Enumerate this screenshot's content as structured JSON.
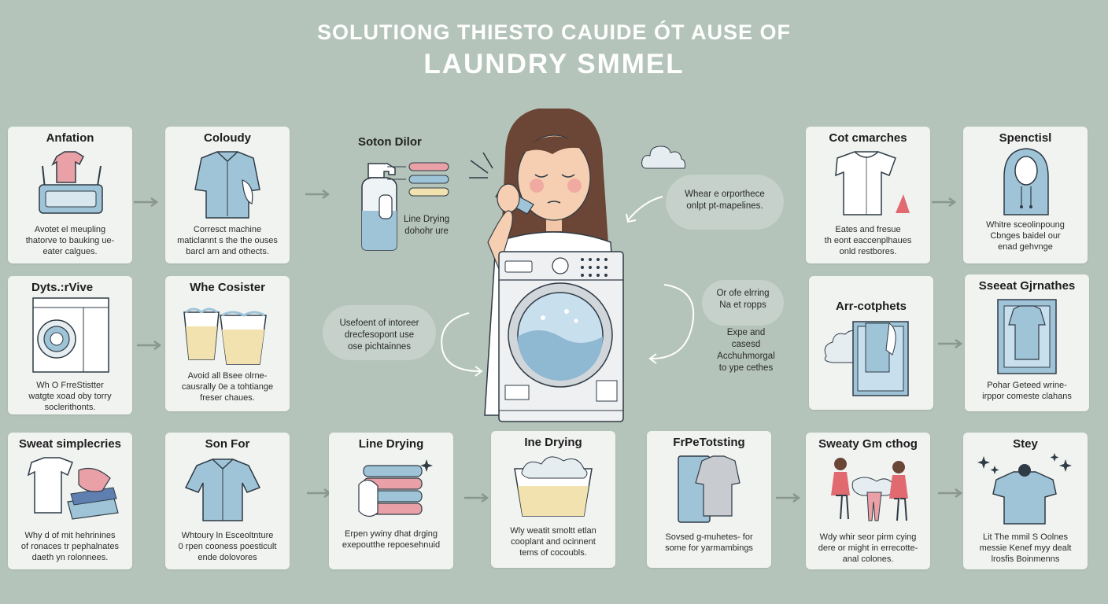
{
  "title": {
    "line1": "SOLUTIONG THIESTO CAUIDE ÓT AUSE OF",
    "line2": "LAUNDRY SMMEL"
  },
  "cards": {
    "c1": {
      "heading": "Anfation",
      "text": "Avotet el meupling\nthatorve to bauking ue-\neater calgues."
    },
    "c2": {
      "heading": "Coloudy",
      "text": "Corresct machine\nmaticlannt s the the ouses\nbarcl arn and othects."
    },
    "c3": {
      "heading": "Cot cmarches",
      "text": "Eates and fresue\nth eont eaccenplhaues\nonld restbores."
    },
    "c4": {
      "heading": "Spenctisl",
      "text": "Whitre sceolinpoung\nCbnges baidel our\nenad gehvnge"
    },
    "c5": {
      "heading": "Dyts.:rVive",
      "text": "Wh O FrreStistter\nwatgte xoad oby torry\nsoclerithonts."
    },
    "c6": {
      "heading": "Whe Cosister",
      "text": "Avoid all Bsee olrne-\ncausrally 0e a tohtiange\nfreser chaues."
    },
    "c7": {
      "heading": "Arr-cotphets",
      "text": ""
    },
    "c8": {
      "heading": "Sseeat Gjrnathes",
      "text": "Pohar Geteed wrine-\nirppor comeste clahans"
    },
    "c9": {
      "heading": "Sweat simplecries",
      "text": "Why d of mit hehrinines\nof ronaces tr pephalnates\ndaeth yn rolonnees."
    },
    "c10": {
      "heading": "Son For",
      "text": "Whtoury ln Esceoltnture\n0 rpen cooness poesticult\nende dolovores"
    },
    "c11": {
      "heading": "Line Drying",
      "text": "Erpen ywiny dhat drging\nexepoutthe repoesehnuid"
    },
    "c12": {
      "heading": "Ine Drying",
      "text": "Wly weatit smoltt etlan\ncooplant and ocinnent\ntems of cocoubls."
    },
    "c13": {
      "heading": "FrPeTotsting",
      "text": "Sovsed g-muhetes- for\nsome for yarmambings"
    },
    "c14": {
      "heading": "Sweaty Gm cthog",
      "text": "Wdy whir seor pirm cying\ndere or might in errecotte-\nanal colones."
    },
    "c15": {
      "heading": "Stey",
      "text": "Lit The mmil S Oolnes\nmessie Kenef myy dealt\nlrosfis Boinmenns"
    }
  },
  "center": {
    "heading": "Soton Dilor",
    "drying_note": "Line Drying\ndohohr ure",
    "bubble_top": "Whear e orporthece\nonlpt pt-mapelines.",
    "bubble_left": "Usefoent of intoreer\ndrecfesopont use\nose pichtainnes",
    "bubble_right": "Or ofe elrring\nNa et ropps",
    "right_text": "Expe and\ncasesd\nAcchuhmorgal\nto ype cethes"
  },
  "colors": {
    "background": "#b4c4ba",
    "card": "#f1f3f1",
    "blue": "#9fc4d8",
    "pink": "#e9a0a6",
    "accent_red": "#e06a70",
    "outline": "#2f3b45",
    "arrow": "#8a9690"
  },
  "icons": [
    "basket-shirt-icon",
    "blue-shirt-icon",
    "tshirt-icon",
    "hoodie-icon",
    "washing-machine-icon",
    "water-glasses-icon",
    "dryer-cloud-icon",
    "hanging-shirt-icon",
    "folded-clothes-icon",
    "blue-shirt-icon",
    "stacked-towels-icon",
    "wash-basin-icon",
    "shirt-on-board-icon",
    "people-clothes-icon",
    "sparkle-shirt-icon",
    "detergent-bottle-icon",
    "woman-icon",
    "front-load-washer-icon"
  ]
}
